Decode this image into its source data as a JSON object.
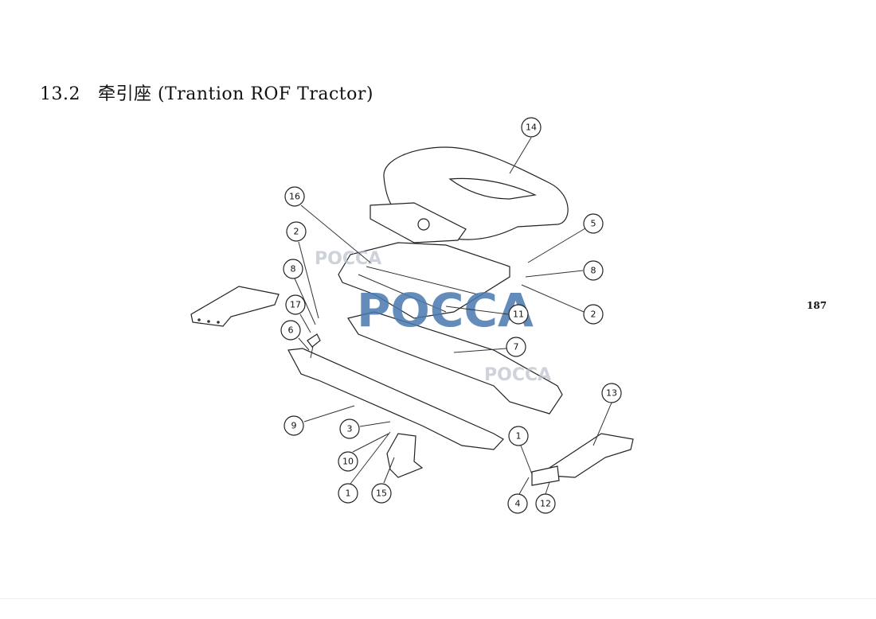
{
  "header": {
    "section_number": "13.2",
    "section_title": "牵引座 (Trantion ROF Tractor)"
  },
  "page_number": "187",
  "watermark": "POCCA",
  "diagram": {
    "callouts": [
      "14",
      "16",
      "2",
      "5",
      "8",
      "8",
      "17",
      "2",
      "11",
      "6",
      "7",
      "13",
      "9",
      "3",
      "1",
      "10",
      "1",
      "15",
      "4",
      "12"
    ]
  },
  "colors": {
    "watermark": "#4a78b0"
  }
}
